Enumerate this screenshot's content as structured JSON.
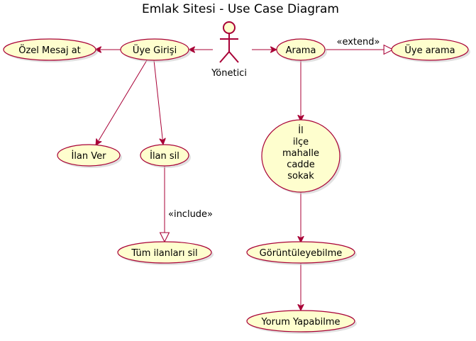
{
  "diagram": {
    "title": "Emlak Sitesi - Use Case Diagram",
    "actor": {
      "name": "Yönetici"
    },
    "use_cases": {
      "ozel_mesaj": "Özel Mesaj at",
      "uye_girisi": "Üye Girişi",
      "arama": "Arama",
      "uye_arama": "Üye arama",
      "ilan_ver": "İlan Ver",
      "ilan_sil": "İlan sil",
      "tum_ilanlari_sil": "Tüm ilanları sil",
      "adres_l1": "İl",
      "adres_l2": "ilçe",
      "adres_l3": "mahalle",
      "adres_l4": "cadde",
      "adres_l5": "sokak",
      "goruntuleyebilme": "Görüntüleyebilme",
      "yorum_yapabilme": "Yorum Yapabilme"
    },
    "relations": {
      "extend_label": "«extend»",
      "include_label": "«include»"
    },
    "colors": {
      "node_fill": "#FEFECE",
      "node_border": "#A80036",
      "edge": "#A80036"
    }
  }
}
